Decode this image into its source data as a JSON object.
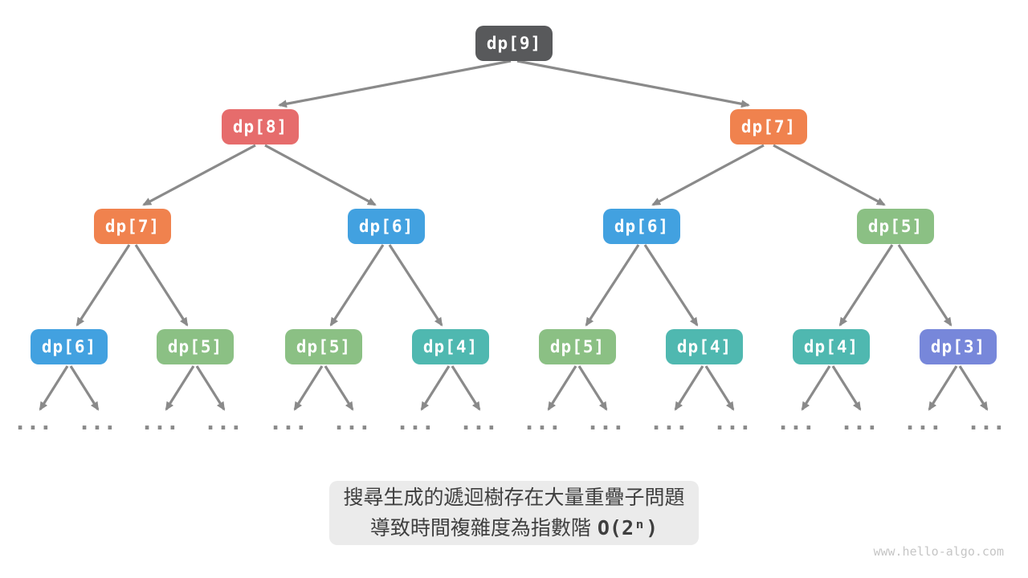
{
  "page": {
    "background": "#FFFFFF",
    "watermark": "www.hello-algo.com"
  },
  "colors": {
    "gray": "#58595B",
    "red": "#E66C6C",
    "orange": "#F0824E",
    "blue": "#42A1E0",
    "green": "#8BC084",
    "teal": "#4FB8B0",
    "purple": "#7787DA",
    "edge": "#8A8A8A",
    "caption_bg": "#EBEBEB",
    "caption_text": "#3F3F3F"
  },
  "tree": {
    "leaf_label": "...",
    "nodes": [
      {
        "label": "dp[9]",
        "color": "gray",
        "level": 1
      },
      {
        "label": "dp[8]",
        "color": "red",
        "level": 2
      },
      {
        "label": "dp[7]",
        "color": "orange",
        "level": 2
      },
      {
        "label": "dp[7]",
        "color": "orange",
        "level": 3
      },
      {
        "label": "dp[6]",
        "color": "blue",
        "level": 3
      },
      {
        "label": "dp[6]",
        "color": "blue",
        "level": 3
      },
      {
        "label": "dp[5]",
        "color": "green",
        "level": 3
      },
      {
        "label": "dp[6]",
        "color": "blue",
        "level": 4
      },
      {
        "label": "dp[5]",
        "color": "green",
        "level": 4
      },
      {
        "label": "dp[5]",
        "color": "green",
        "level": 4
      },
      {
        "label": "dp[4]",
        "color": "teal",
        "level": 4
      },
      {
        "label": "dp[5]",
        "color": "green",
        "level": 4
      },
      {
        "label": "dp[4]",
        "color": "teal",
        "level": 4
      },
      {
        "label": "dp[4]",
        "color": "teal",
        "level": 4
      },
      {
        "label": "dp[3]",
        "color": "purple",
        "level": 4
      }
    ]
  },
  "caption": {
    "line1": "搜尋生成的遞迴樹存在大量重疊子問題",
    "line2_text": "導致時間複雜度為指數階",
    "line2_formula": "O(2ⁿ)"
  }
}
